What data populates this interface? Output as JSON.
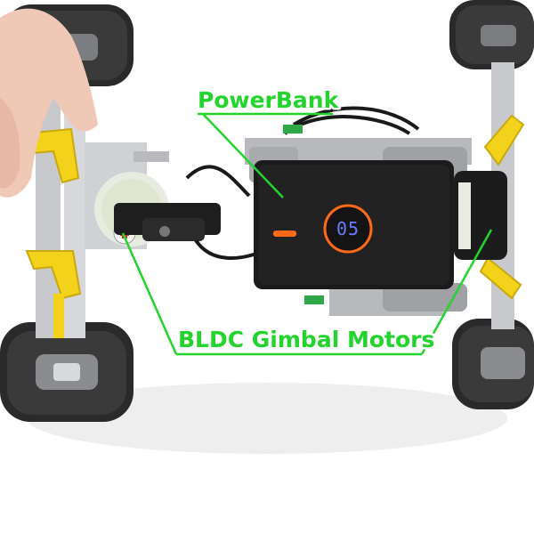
{
  "labels": {
    "powerbank": "PowerBank",
    "motors": "BLDC Gimbal Motors"
  },
  "display": {
    "value": "05"
  },
  "colors": {
    "annotation": "#22d42c",
    "powerbank_body": "#1b1b1b",
    "accent_orange": "#ff6a1a",
    "display_blue": "#6a7cff",
    "lego_yellow": "#f2d21a",
    "lego_gray": "#c7c9cc",
    "tire": "#2a2a2a",
    "background": "#ffffff"
  }
}
